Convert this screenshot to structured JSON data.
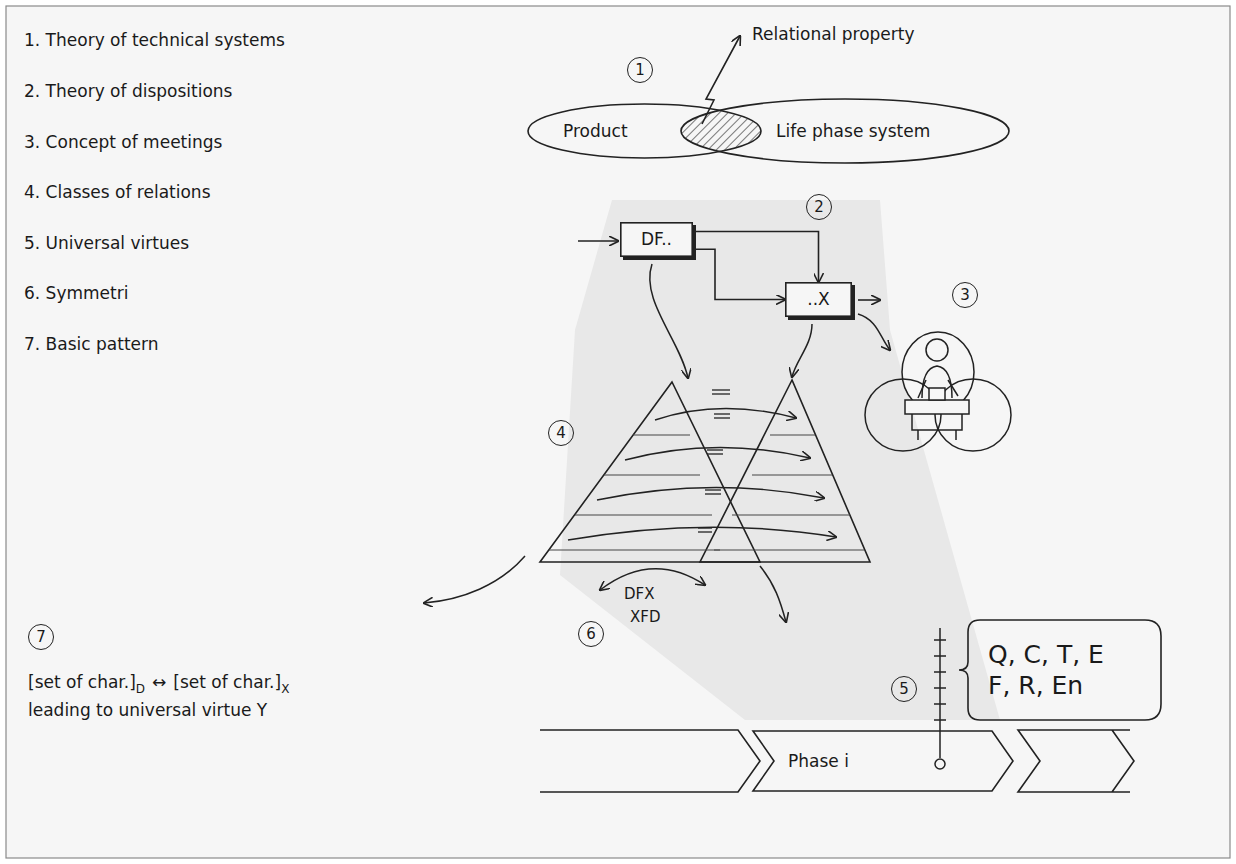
{
  "diagram": {
    "nodes": [
      {
        "text": [
          "Product"
        ]
      },
      {
        "text": [
          "Life phase system"
        ]
      },
      {
        "text": [
          "DF.."
        ]
      },
      {
        "text": [
          "..X"
        ]
      },
      {
        "text": [
          "Q, C, T, E",
          "F, R, En"
        ]
      },
      {
        "text": [
          "Phase i"
        ]
      }
    ],
    "edges": [
      {
        "from": 2,
        "to": 3,
        "arrow": "to"
      },
      {
        "from": 2,
        "to": 3,
        "arrow": "to"
      }
    ],
    "labels": [
      "1. Theory of technical systems",
      "2. Theory of dispositions",
      "3. Concept of meetings",
      "4. Classes of relations",
      "5. Universal virtues",
      "6. Symmetri",
      "7. Basic pattern",
      "1",
      "Relational property",
      "2",
      "3",
      "4",
      "5",
      "6",
      "DFX",
      "XFD",
      "7",
      "[set of char.]",
      "D",
      "↔",
      "[set of char.]",
      "X",
      "leading to universal virtue Y"
    ]
  }
}
